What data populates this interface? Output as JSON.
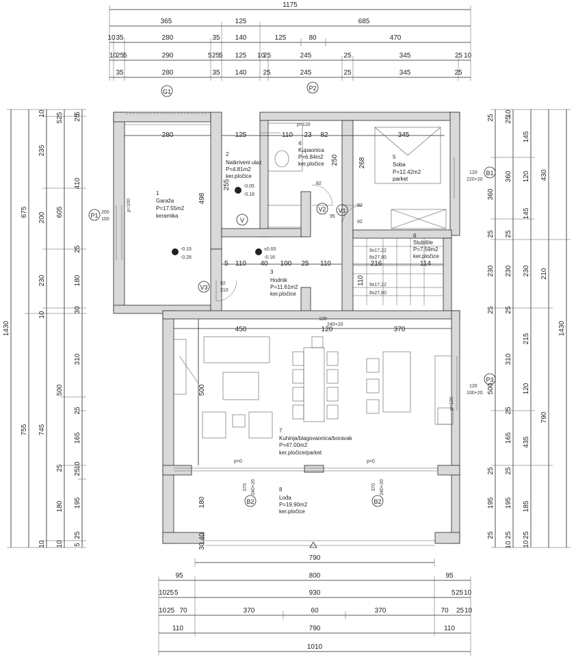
{
  "top_dims": {
    "r1": [
      "1175"
    ],
    "r2": [
      "365",
      "125",
      "685"
    ],
    "r3": [
      "10",
      "35",
      "280",
      "35",
      "140",
      "125",
      "80",
      "470"
    ],
    "r4": [
      "10",
      "25",
      "5",
      "290",
      "5",
      "25",
      "5",
      "125",
      "10",
      "25",
      "245",
      "25",
      "345",
      "25",
      "10"
    ],
    "r5": [
      "35",
      "280",
      "35",
      "140",
      "25",
      "245",
      "25",
      "345",
      "25"
    ]
  },
  "bottom_dims": {
    "r1": [
      "95",
      "800",
      "95"
    ],
    "r2": [
      "10",
      "25",
      "5",
      "930",
      "5",
      "25",
      "10"
    ],
    "r3": [
      "10",
      "25",
      "70",
      "370",
      "60",
      "370",
      "70",
      "25",
      "10"
    ],
    "r4": [
      "110",
      "790",
      "110"
    ],
    "r5": [
      "1010"
    ]
  },
  "left_dims": {
    "outer": "1430",
    "c2": [
      "675",
      "755"
    ],
    "c3": [
      "10",
      "235",
      "200",
      "230",
      "10"
    ],
    "c3b": [
      "745",
      "10"
    ],
    "c4": [
      "605",
      "500",
      "180",
      "25",
      "10"
    ],
    "c5": [
      "5",
      "25",
      "410",
      "25",
      "180",
      "30",
      "310",
      "25",
      "165",
      "10",
      "25",
      "195",
      "25",
      "5"
    ],
    "c5top": "525"
  },
  "right_dims": {
    "outer": "1430",
    "c1": [
      "430",
      "210",
      "790"
    ],
    "c2": [
      "145",
      "120",
      "145",
      "230",
      "215",
      "120",
      "435",
      "185",
      "25",
      "10"
    ],
    "c3": [
      "10",
      "25",
      "360",
      "25",
      "230",
      "25",
      "310",
      "25",
      "165",
      "25",
      "195",
      "25",
      "10"
    ],
    "c4": [
      "25",
      "360",
      "25",
      "230",
      "25",
      "500",
      "25",
      "195",
      "25"
    ]
  },
  "rooms": [
    {
      "num": "1",
      "name": "Garaža",
      "area": "P=17.55m2",
      "finish": "keramika"
    },
    {
      "num": "2",
      "name": "Natkriveni ulaz",
      "area": "P=4.81m2",
      "finish": "ker.pločice"
    },
    {
      "num": "3",
      "name": "Hodnik",
      "area": "P=11.61m2",
      "finish": "ker.pločice"
    },
    {
      "num": "4",
      "name": "Kupaonica",
      "area": "P=6.84m2",
      "finish": "ker.pločice"
    },
    {
      "num": "5",
      "name": "Soba",
      "area": "P=12.42m2",
      "finish": "parket"
    },
    {
      "num": "6",
      "name": "Stubište",
      "area": "P=7.59m2",
      "finish": "ker.pločice"
    },
    {
      "num": "7",
      "name": "Kuhinja/blagovaonica/boravak",
      "area": "P=47.00m2",
      "finish": "ker.pločice/parket"
    },
    {
      "num": "8",
      "name": "Lođa",
      "area": "P=19.90m2",
      "finish": "ker.pločice"
    }
  ],
  "markers": {
    "G1": "G1",
    "P2": "P2",
    "P1": "P1",
    "B1": "B1",
    "P3": "P3",
    "B2": "B2",
    "V": "V",
    "V1": "V1",
    "V2": "V2",
    "V3": "V3"
  },
  "inner": {
    "garage_w": "280",
    "garage_h": "498",
    "hall_1": "125",
    "hall_2": "110",
    "hall_3": "23",
    "hall_4": "82",
    "hall_5": "345",
    "ent_255": "255",
    "lvl1": "-0.05",
    "lvl2": "-0.18",
    "lvl3": "-0.15",
    "lvl4": "-0.28",
    "lvl5": "±0.00",
    "lvl6": "-0.18",
    "h110": "110",
    "h40": "40",
    "h100": "100",
    "h25": "25",
    "h5": "5",
    "v268": "268",
    "v250": "250",
    "d450": "450",
    "d120": "120",
    "d370": "370",
    "d500a": "500",
    "d500b": "500",
    "d180": "180",
    "d40": "40",
    "d30": "30",
    "d790": "790",
    "stair1": "9x17,22",
    "stair2": "8x27,80",
    "stair3": "9x17,22",
    "stair4": "8x27,80",
    "s110a": "110",
    "s110b": "110",
    "s216": "216",
    "s114": "114",
    "w200": "200",
    "w100": "100",
    "w120a": "120",
    "w220": "220+20",
    "w120b": "120",
    "w100b": "100+20",
    "w370a": "370",
    "w240a": "240+20",
    "w370b": "370",
    "w240b": "240+20",
    "d92": "92",
    "d210": "210",
    "d82": "82",
    "d92b": "92",
    "d95": "95",
    "d92c": "92",
    "d120c": "120",
    "d240": "240+20",
    "p0a": "p=0",
    "p0b": "p=0",
    "p120": "p=120",
    "p100": "p=100",
    "p120b": "p=120"
  }
}
